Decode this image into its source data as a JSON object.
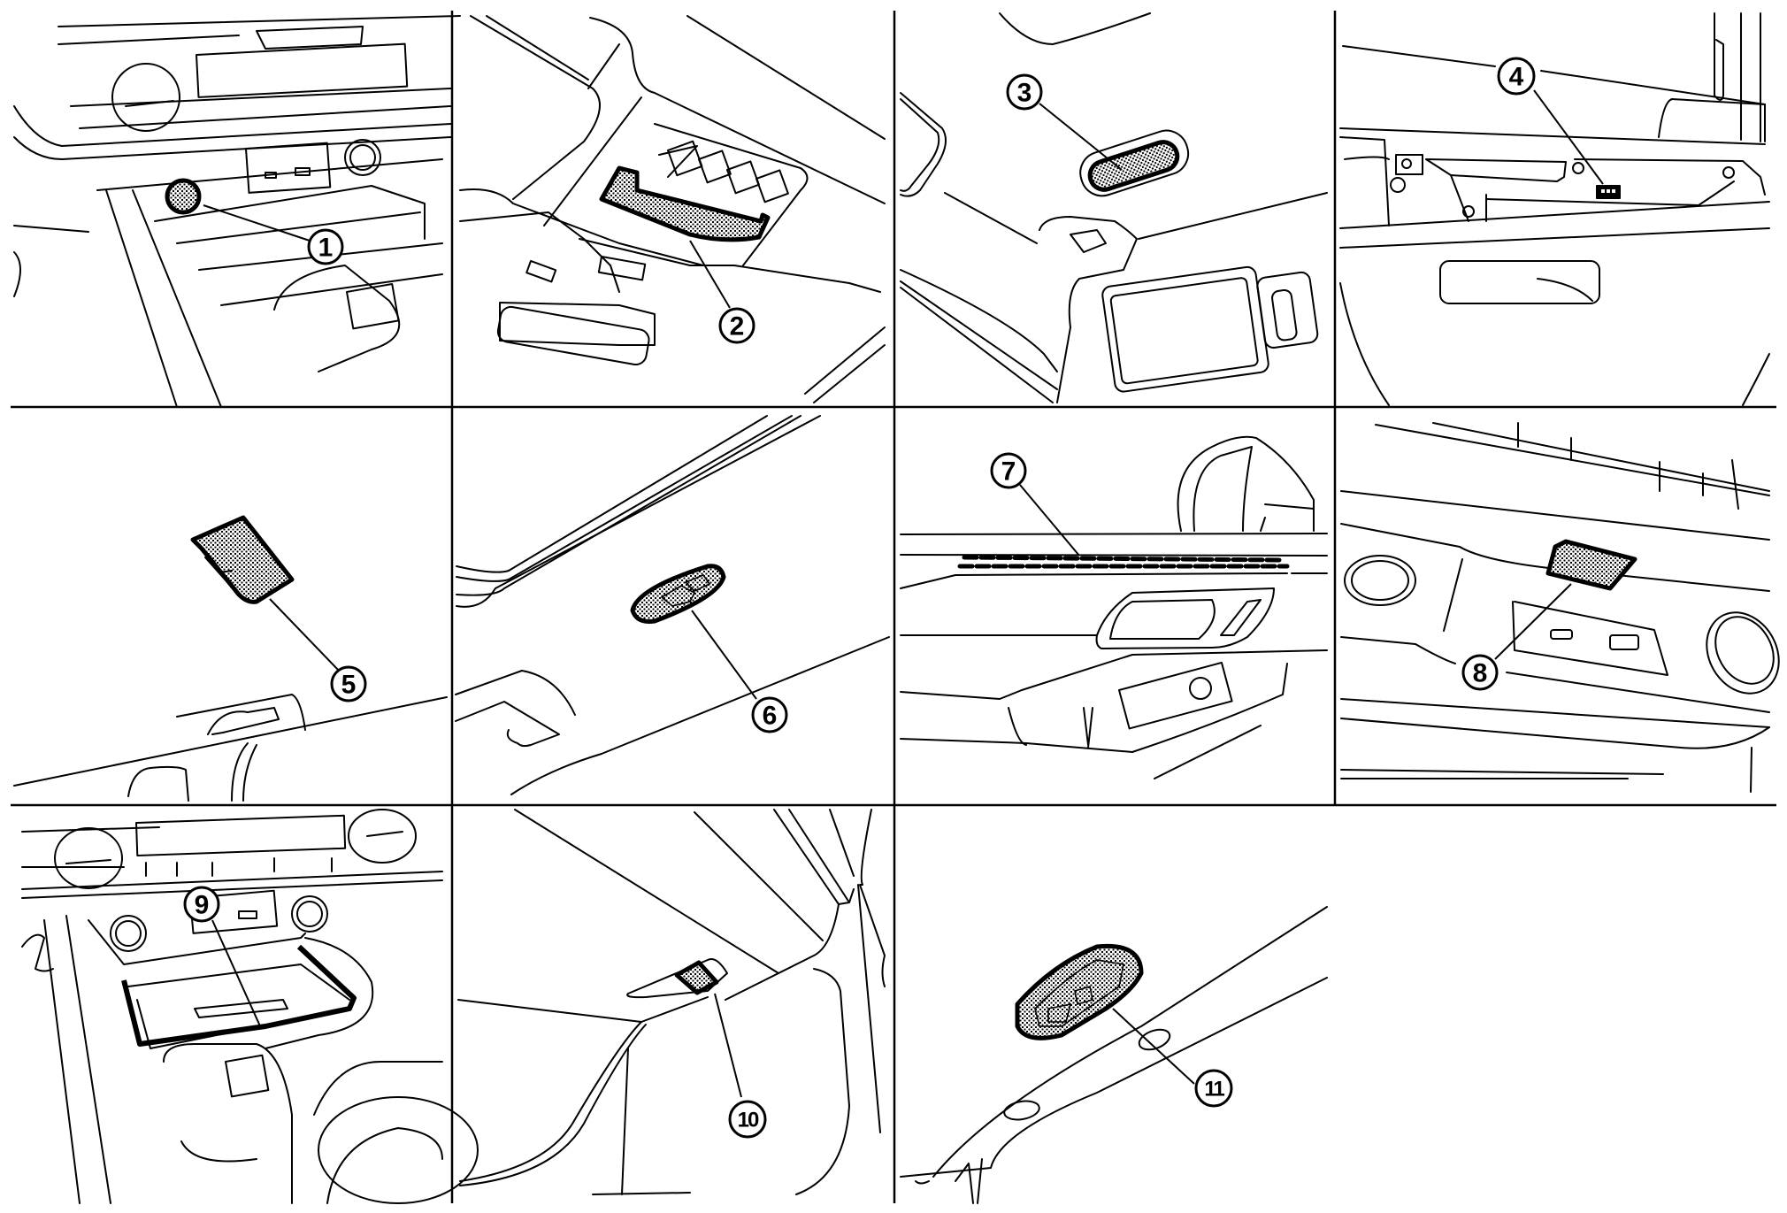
{
  "diagram": {
    "type": "parts-location-grid",
    "panels": [
      {
        "id": 1,
        "label": "1",
        "scene": "center console front, round component near USB ports"
      },
      {
        "id": 2,
        "label": "2",
        "scene": "overhead console, map lamp strip above rear-view mirror"
      },
      {
        "id": 3,
        "label": "3",
        "scene": "headliner near sun visor, oval lamp"
      },
      {
        "id": 4,
        "label": "4",
        "scene": "glove box area, small connector under dashboard"
      },
      {
        "id": 5,
        "label": "5",
        "scene": "roof above rear door grip, lamp"
      },
      {
        "id": 6,
        "label": "6",
        "scene": "roof headliner, oval lamp"
      },
      {
        "id": 7,
        "label": "7",
        "scene": "front door trim, long strip lamp"
      },
      {
        "id": 8,
        "label": "8",
        "scene": "rear of center console, lamp above rear USB ports"
      },
      {
        "id": 9,
        "label": "9",
        "scene": "center console tray, U-shaped strip lamp"
      },
      {
        "id": 10,
        "label": "10",
        "scene": "luggage area, side lamp"
      },
      {
        "id": 11,
        "label": "11",
        "scene": "rear headliner, lamp"
      }
    ],
    "layout": {
      "rows": 3,
      "cols": 4,
      "empty_cells": 1
    }
  }
}
